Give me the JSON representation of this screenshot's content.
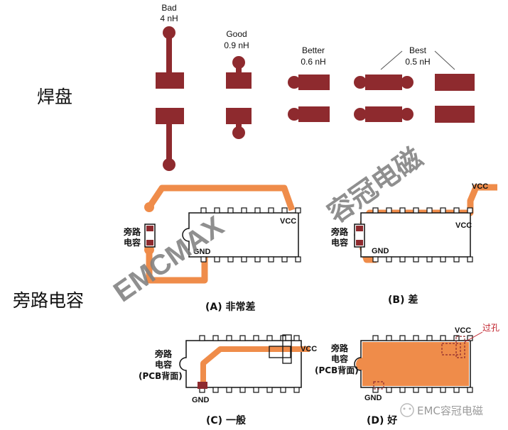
{
  "colors": {
    "pad": "#8e2a2e",
    "trace": "#ef8c4a",
    "chip_outline": "#111111",
    "text": "#111111",
    "watermark": "#808080",
    "via_label": "#c0202a"
  },
  "pads_section": {
    "label": "焊盘",
    "variants": [
      {
        "name": "Bad",
        "value": "4 nH"
      },
      {
        "name": "Good",
        "value": "0.9 nH"
      },
      {
        "name": "Better",
        "value": "0.6 nH"
      },
      {
        "name": "Best",
        "value": "0.5 nH"
      }
    ]
  },
  "bypass_section": {
    "label": "旁路电容",
    "cap_label_line1": "旁路",
    "cap_label_line2": "电容",
    "pcb_back": "(PCB背面)",
    "vcc": "VCC",
    "gnd": "GND",
    "via": "过孔",
    "captions": {
      "a": "(A) 非常差",
      "b": "(B) 差",
      "c": "(C) 一般",
      "d": "(D) 好"
    }
  },
  "watermarks": {
    "brand_cn": "容冠电磁",
    "brand_en": "EMCMAX",
    "footer": "EMC容冠电磁"
  }
}
